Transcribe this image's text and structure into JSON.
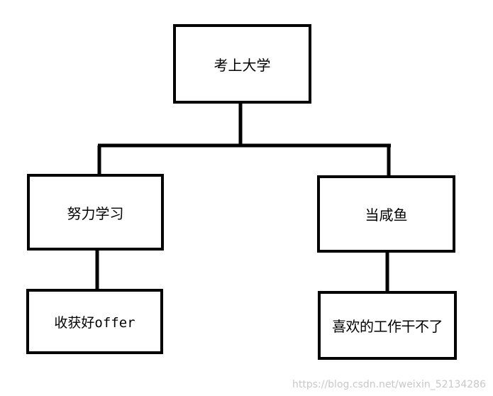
{
  "diagram": {
    "nodes": [
      {
        "id": "root",
        "label": "考上大学"
      },
      {
        "id": "study",
        "label": "努力学习"
      },
      {
        "id": "fish",
        "label": "当咸鱼"
      },
      {
        "id": "offer",
        "label": "收获好offer"
      },
      {
        "id": "job",
        "label": "喜欢的工作干不了"
      }
    ],
    "edges": [
      {
        "from": "root",
        "to": "study"
      },
      {
        "from": "root",
        "to": "fish"
      },
      {
        "from": "study",
        "to": "offer"
      },
      {
        "from": "fish",
        "to": "job"
      }
    ],
    "line_color": "#000000",
    "box_border_color": "#000000",
    "background_color": "#ffffff"
  },
  "watermark": {
    "text": "https://blog.csdn.net/weixin_52134286"
  }
}
